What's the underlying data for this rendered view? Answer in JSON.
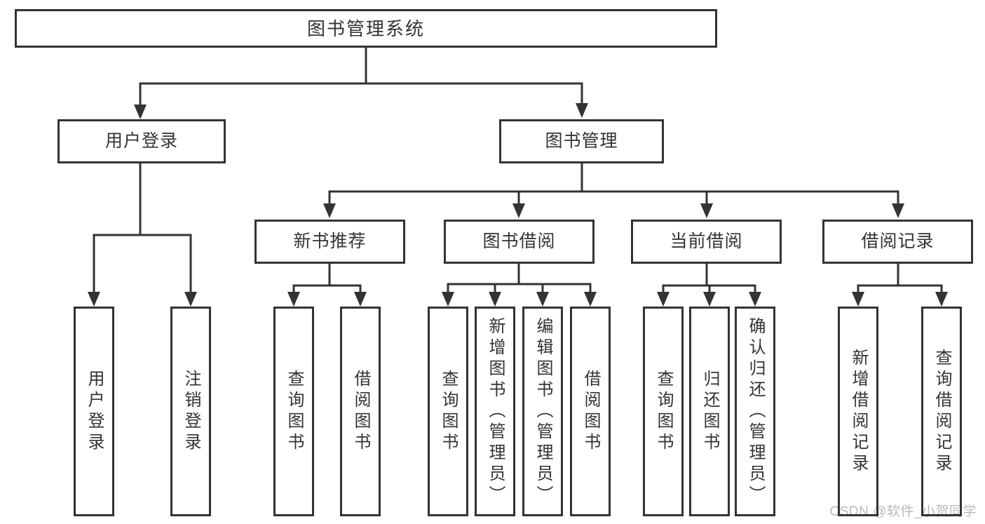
{
  "diagram": {
    "root": {
      "label": "图书管理系统"
    },
    "level2": [
      {
        "label": "用户登录"
      },
      {
        "label": "图书管理"
      }
    ],
    "level3": [
      {
        "label": "新书推荐"
      },
      {
        "label": "图书借阅"
      },
      {
        "label": "当前借阅"
      },
      {
        "label": "借阅记录"
      }
    ],
    "leaves": [
      {
        "label": "用户登录"
      },
      {
        "label": "注销登录"
      },
      {
        "label": "查询图书"
      },
      {
        "label": "借阅图书"
      },
      {
        "label": "查询图书"
      },
      {
        "label": "新增图书（管理员）"
      },
      {
        "label": "编辑图书（管理员）"
      },
      {
        "label": "借阅图书"
      },
      {
        "label": "查询图书"
      },
      {
        "label": "归还图书"
      },
      {
        "label": "确认归还（管理员）"
      },
      {
        "label": "新增借阅记录"
      },
      {
        "label": "查询借阅记录"
      }
    ]
  },
  "watermark": {
    "text": "CSDN @软件_小贺同学"
  },
  "colors": {
    "line": "#333333",
    "text": "#333333",
    "watermark_gray": "#b9b9b9",
    "background": "#ffffff"
  }
}
